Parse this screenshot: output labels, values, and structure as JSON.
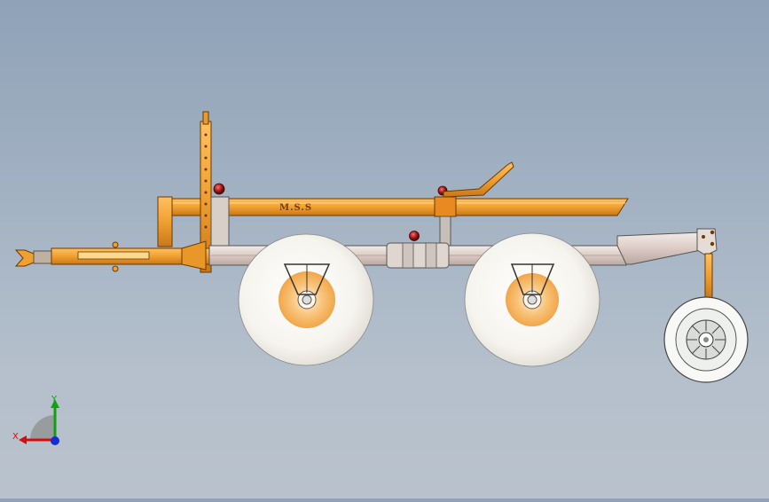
{
  "model": {
    "label": "M.S.S"
  },
  "triad": {
    "x_label": "X",
    "y_label": "Y"
  },
  "colors": {
    "background_top": "#8fa2b8",
    "background_bottom": "#b9c2cc",
    "frame_orange": "#f0a030",
    "frame_outline": "#6b3a00",
    "chassis_beam": "#d8c8c0",
    "wheel_white": "#fbfbf8",
    "hub_orange": "#f5a640",
    "knob_red": "#a01818",
    "axis_x": "#d01010",
    "axis_y": "#10a010",
    "axis_z": "#1030d0"
  }
}
